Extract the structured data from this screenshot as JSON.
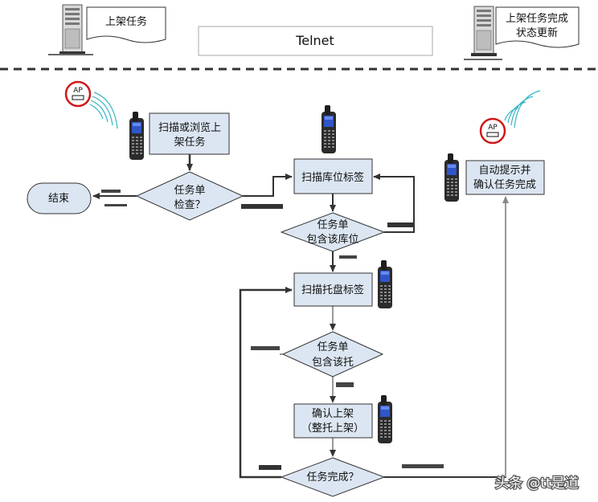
{
  "top": {
    "server_left_label": "上架任务",
    "telnet_label": "Telnet",
    "server_right_label_line1": "上架任务完成",
    "server_right_label_line2": "状态更新"
  },
  "ap_labels": {
    "left": "AP",
    "right": "AP"
  },
  "nodes": {
    "scan_task": [
      "扫描或浏览上",
      "架任务"
    ],
    "task_check": [
      "任务单",
      "检查？"
    ],
    "end": "结束",
    "scan_location": "扫描库位标签",
    "contains_location": [
      "任务单",
      "包含该库位"
    ],
    "scan_pallet": "扫描托盘标签",
    "contains_pallet": [
      "任务单",
      "包含该托"
    ],
    "confirm_putaway": [
      "确认上架",
      "（整托上架）"
    ],
    "task_done": "任务完成？",
    "auto_prompt": [
      "自动提示并",
      "确认任务完成"
    ]
  },
  "watermark": "头条 @tt是道",
  "colors": {
    "box_fill": "#dce6f2",
    "box_stroke": "#333333",
    "line": "#333333",
    "gray_line": "#999999",
    "ap_red": "#d01818",
    "wifi_teal": "#35b5c2",
    "device_dark": "#2b2b2b",
    "device_screen": "#2f55c8"
  }
}
